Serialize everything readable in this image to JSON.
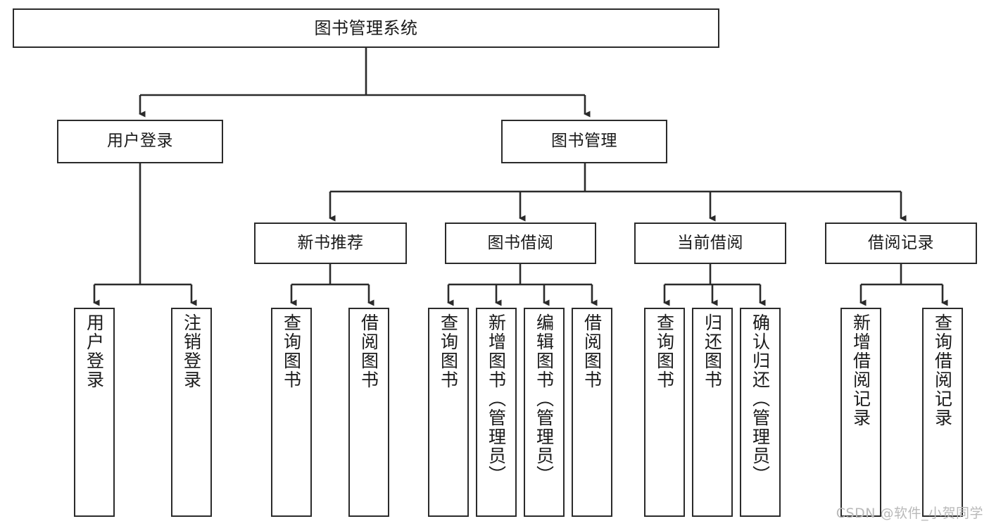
{
  "diagram": {
    "type": "tree",
    "title": "图书管理系统",
    "orientation": "top-down",
    "colors": {
      "box_border": "#2b2b2b",
      "box_fill": "#ffffff",
      "connector": "#2b2b2b",
      "watermark": "#b9b9b9",
      "background": "#ffffff"
    }
  },
  "root": {
    "label": "图书管理系统"
  },
  "level2": [
    {
      "label": "用户登录"
    },
    {
      "label": "图书管理"
    }
  ],
  "level3": [
    {
      "label": "新书推荐"
    },
    {
      "label": "图书借阅"
    },
    {
      "label": "当前借阅"
    },
    {
      "label": "借阅记录"
    }
  ],
  "leaves": {
    "user_login": [
      {
        "label": "用户登录"
      },
      {
        "label": "注销登录"
      }
    ],
    "new_book_recommend": [
      {
        "label": "查询图书"
      },
      {
        "label": "借阅图书"
      }
    ],
    "book_borrow": [
      {
        "label": "查询图书"
      },
      {
        "label": "新增图书（管理员）"
      },
      {
        "label": "编辑图书（管理员）"
      },
      {
        "label": "借阅图书"
      }
    ],
    "current_borrow": [
      {
        "label": "查询图书"
      },
      {
        "label": "归还图书"
      },
      {
        "label": "确认归还（管理员）"
      }
    ],
    "borrow_record": [
      {
        "label": "新增借阅记录"
      },
      {
        "label": "查询借阅记录"
      }
    ]
  },
  "watermark": {
    "text": "CSDN @软件_小贺同学"
  }
}
